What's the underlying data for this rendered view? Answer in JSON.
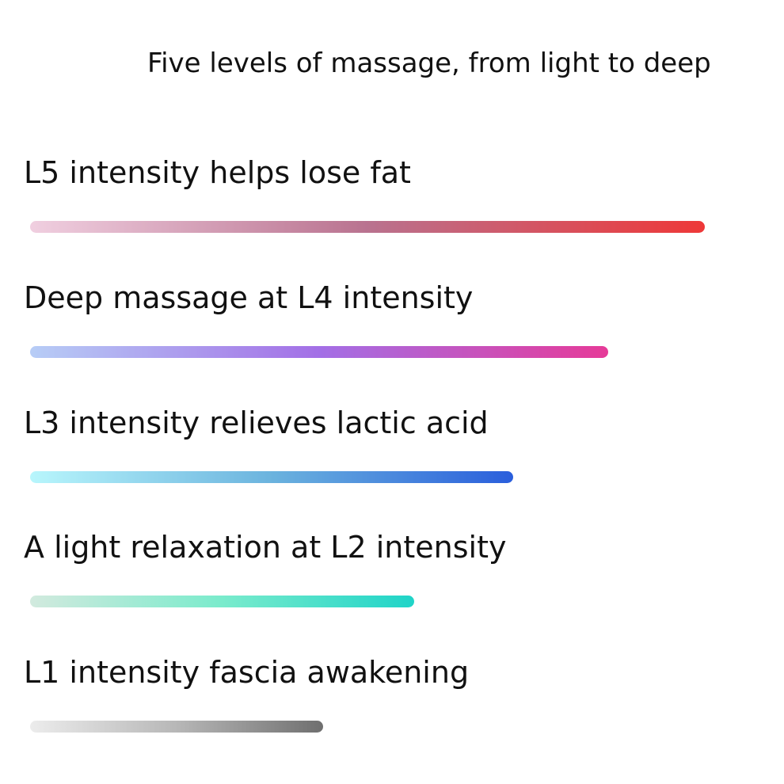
{
  "title": "Five levels of massage, from light to deep",
  "levels": [
    {
      "id": "L5",
      "label": "L5 intensity helps lose fat",
      "fill": 1.0,
      "gradient": [
        "#f0cfe0",
        "#b9728f",
        "#ee3838"
      ]
    },
    {
      "id": "L4",
      "label": "Deep massage at L4 intensity",
      "fill": 0.857,
      "gradient": [
        "#b7cdf6",
        "#a36fe6",
        "#e63a98"
      ]
    },
    {
      "id": "L3",
      "label": "L3 intensity relieves lactic acid",
      "fill": 0.716,
      "gradient": [
        "#b8f6fc",
        "#6bb3de",
        "#2a5edc"
      ]
    },
    {
      "id": "L2",
      "label": "A light relaxation at L2 intensity",
      "fill": 0.569,
      "gradient": [
        "#d2eade",
        "#7aebcc",
        "#1fd4c8"
      ]
    },
    {
      "id": "L1",
      "label": "L1 intensity fascia awakening",
      "fill": 0.434,
      "gradient": [
        "#ececec",
        "#b7b7b7",
        "#6f6f6f"
      ]
    }
  ]
}
